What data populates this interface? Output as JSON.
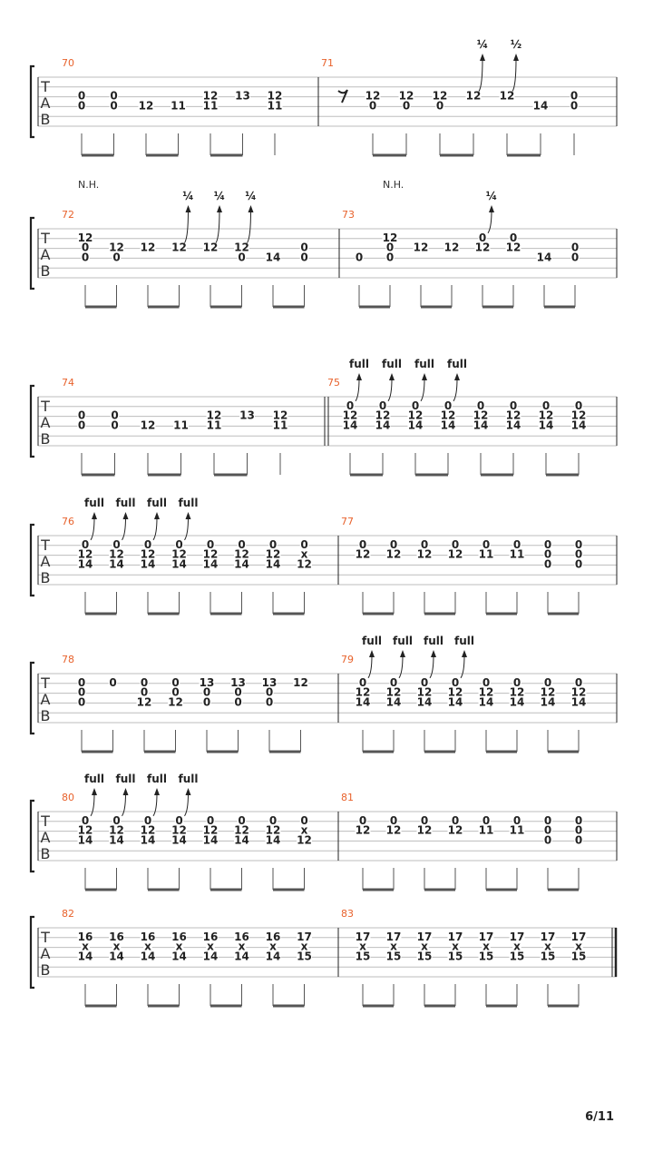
{
  "page_number": "6/11",
  "tab_clef": [
    "T",
    "A",
    "B"
  ],
  "systems": [
    {
      "measures": [
        {
          "number": "70",
          "notes": [
            {
              "frets": {
                "2": "0",
                "3": "0"
              }
            },
            {
              "frets": {
                "2": "0",
                "3": "0"
              }
            },
            {
              "frets": {
                "3": "12"
              }
            },
            {
              "frets": {
                "3": "11"
              }
            },
            {
              "frets": {
                "2": "12",
                "3": "11"
              }
            },
            {
              "frets": {
                "2": "13"
              }
            },
            {
              "frets": {
                "2": "12",
                "3": "11"
              }
            }
          ]
        },
        {
          "number": "71",
          "rest": true,
          "notes": [
            {
              "frets": {
                "2": "12",
                "3": "0"
              }
            },
            {
              "frets": {
                "2": "12",
                "3": "0"
              }
            },
            {
              "frets": {
                "2": "12",
                "3": "0"
              }
            },
            {
              "frets": {
                "2": "12"
              },
              "bend": "¼"
            },
            {
              "frets": {
                "2": "12"
              },
              "bend": "½"
            },
            {
              "frets": {
                "3": "14"
              }
            },
            {
              "frets": {
                "2": "0",
                "3": "0"
              }
            }
          ]
        }
      ]
    },
    {
      "measures": [
        {
          "number": "72",
          "annotation": "N.H.",
          "notes": [
            {
              "frets": {
                "1": "12",
                "2": "0",
                "3": "0"
              }
            },
            {
              "frets": {
                "2": "12",
                "3": "0"
              }
            },
            {
              "frets": {
                "2": "12"
              }
            },
            {
              "frets": {
                "2": "12"
              },
              "bend": "¼"
            },
            {
              "frets": {
                "2": "12"
              },
              "bend": "¼"
            },
            {
              "frets": {
                "2": "12",
                "3": "0"
              },
              "bend": "¼"
            },
            {
              "frets": {
                "3": "14"
              }
            },
            {
              "frets": {
                "2": "0",
                "3": "0"
              }
            }
          ]
        },
        {
          "number": "73",
          "annotation": "N.H.",
          "notes": [
            {
              "frets": {
                "3": "0"
              }
            },
            {
              "frets": {
                "1": "12",
                "2": "0",
                "3": "0"
              }
            },
            {
              "frets": {
                "2": "12"
              }
            },
            {
              "frets": {
                "2": "12"
              }
            },
            {
              "frets": {
                "1": "0",
                "2": "12"
              },
              "bend": "¼"
            },
            {
              "frets": {
                "1": "0",
                "2": "12"
              }
            },
            {
              "frets": {
                "3": "14"
              }
            },
            {
              "frets": {
                "2": "0",
                "3": "0"
              }
            }
          ]
        }
      ]
    },
    {
      "measures": [
        {
          "number": "74",
          "notes": [
            {
              "frets": {
                "2": "0",
                "3": "0"
              }
            },
            {
              "frets": {
                "2": "0",
                "3": "0"
              }
            },
            {
              "frets": {
                "3": "12"
              }
            },
            {
              "frets": {
                "3": "11"
              }
            },
            {
              "frets": {
                "2": "12",
                "3": "11"
              }
            },
            {
              "frets": {
                "2": "13"
              }
            },
            {
              "frets": {
                "2": "12",
                "3": "11"
              }
            }
          ]
        },
        {
          "number": "75",
          "notes": [
            {
              "frets": {
                "1": "0",
                "2": "12",
                "3": "14"
              },
              "bend": "full"
            },
            {
              "frets": {
                "1": "0",
                "2": "12",
                "3": "14"
              },
              "bend": "full"
            },
            {
              "frets": {
                "1": "0",
                "2": "12",
                "3": "14"
              },
              "bend": "full"
            },
            {
              "frets": {
                "1": "0",
                "2": "12",
                "3": "14"
              },
              "bend": "full"
            },
            {
              "frets": {
                "1": "0",
                "2": "12",
                "3": "14"
              }
            },
            {
              "frets": {
                "1": "0",
                "2": "12",
                "3": "14"
              }
            },
            {
              "frets": {
                "1": "0",
                "2": "12",
                "3": "14"
              }
            },
            {
              "frets": {
                "1": "0",
                "2": "12",
                "3": "14"
              }
            }
          ]
        }
      ]
    },
    {
      "measures": [
        {
          "number": "76",
          "notes": [
            {
              "frets": {
                "1": "0",
                "2": "12",
                "3": "14"
              },
              "bend": "full"
            },
            {
              "frets": {
                "1": "0",
                "2": "12",
                "3": "14"
              },
              "bend": "full"
            },
            {
              "frets": {
                "1": "0",
                "2": "12",
                "3": "14"
              },
              "bend": "full"
            },
            {
              "frets": {
                "1": "0",
                "2": "12",
                "3": "14"
              },
              "bend": "full"
            },
            {
              "frets": {
                "1": "0",
                "2": "12",
                "3": "14"
              }
            },
            {
              "frets": {
                "1": "0",
                "2": "12",
                "3": "14"
              }
            },
            {
              "frets": {
                "1": "0",
                "2": "12",
                "3": "14"
              }
            },
            {
              "frets": {
                "1": "0",
                "2": "x",
                "3": "12"
              }
            }
          ]
        },
        {
          "number": "77",
          "notes": [
            {
              "frets": {
                "1": "0",
                "2": "12"
              }
            },
            {
              "frets": {
                "1": "0",
                "2": "12"
              }
            },
            {
              "frets": {
                "1": "0",
                "2": "12"
              }
            },
            {
              "frets": {
                "1": "0",
                "2": "12"
              }
            },
            {
              "frets": {
                "1": "0",
                "2": "11"
              }
            },
            {
              "frets": {
                "1": "0",
                "2": "11"
              }
            },
            {
              "frets": {
                "1": "0",
                "2": "0",
                "3": "0"
              }
            },
            {
              "frets": {
                "1": "0",
                "2": "0",
                "3": "0"
              }
            }
          ]
        }
      ]
    },
    {
      "measures": [
        {
          "number": "78",
          "notes": [
            {
              "frets": {
                "1": "0",
                "2": "0",
                "3": "0"
              }
            },
            {
              "frets": {
                "1": "0"
              }
            },
            {
              "frets": {
                "1": "0",
                "2": "0",
                "3": "12"
              }
            },
            {
              "frets": {
                "1": "0",
                "2": "0",
                "3": "12"
              }
            },
            {
              "frets": {
                "1": "13",
                "2": "0",
                "3": "0"
              }
            },
            {
              "frets": {
                "1": "13",
                "2": "0",
                "3": "0"
              }
            },
            {
              "frets": {
                "1": "13",
                "2": "0",
                "3": "0"
              }
            },
            {
              "frets": {
                "1": "12"
              }
            }
          ]
        },
        {
          "number": "79",
          "notes": [
            {
              "frets": {
                "1": "0",
                "2": "12",
                "3": "14"
              },
              "bend": "full"
            },
            {
              "frets": {
                "1": "0",
                "2": "12",
                "3": "14"
              },
              "bend": "full"
            },
            {
              "frets": {
                "1": "0",
                "2": "12",
                "3": "14"
              },
              "bend": "full"
            },
            {
              "frets": {
                "1": "0",
                "2": "12",
                "3": "14"
              },
              "bend": "full"
            },
            {
              "frets": {
                "1": "0",
                "2": "12",
                "3": "14"
              }
            },
            {
              "frets": {
                "1": "0",
                "2": "12",
                "3": "14"
              }
            },
            {
              "frets": {
                "1": "0",
                "2": "12",
                "3": "14"
              }
            },
            {
              "frets": {
                "1": "0",
                "2": "12",
                "3": "14"
              }
            }
          ]
        }
      ]
    },
    {
      "measures": [
        {
          "number": "80",
          "notes": [
            {
              "frets": {
                "1": "0",
                "2": "12",
                "3": "14"
              },
              "bend": "full"
            },
            {
              "frets": {
                "1": "0",
                "2": "12",
                "3": "14"
              },
              "bend": "full"
            },
            {
              "frets": {
                "1": "0",
                "2": "12",
                "3": "14"
              },
              "bend": "full"
            },
            {
              "frets": {
                "1": "0",
                "2": "12",
                "3": "14"
              },
              "bend": "full"
            },
            {
              "frets": {
                "1": "0",
                "2": "12",
                "3": "14"
              }
            },
            {
              "frets": {
                "1": "0",
                "2": "12",
                "3": "14"
              }
            },
            {
              "frets": {
                "1": "0",
                "2": "12",
                "3": "14"
              }
            },
            {
              "frets": {
                "1": "0",
                "2": "x",
                "3": "12"
              }
            }
          ]
        },
        {
          "number": "81",
          "notes": [
            {
              "frets": {
                "1": "0",
                "2": "12"
              }
            },
            {
              "frets": {
                "1": "0",
                "2": "12"
              }
            },
            {
              "frets": {
                "1": "0",
                "2": "12"
              }
            },
            {
              "frets": {
                "1": "0",
                "2": "12"
              }
            },
            {
              "frets": {
                "1": "0",
                "2": "11"
              }
            },
            {
              "frets": {
                "1": "0",
                "2": "11"
              }
            },
            {
              "frets": {
                "1": "0",
                "2": "0",
                "3": "0"
              }
            },
            {
              "frets": {
                "1": "0",
                "2": "0",
                "3": "0"
              }
            }
          ]
        }
      ]
    },
    {
      "final": true,
      "measures": [
        {
          "number": "82",
          "notes": [
            {
              "frets": {
                "1": "16",
                "2": "x",
                "3": "14"
              }
            },
            {
              "frets": {
                "1": "16",
                "2": "x",
                "3": "14"
              }
            },
            {
              "frets": {
                "1": "16",
                "2": "x",
                "3": "14"
              }
            },
            {
              "frets": {
                "1": "16",
                "2": "x",
                "3": "14"
              }
            },
            {
              "frets": {
                "1": "16",
                "2": "x",
                "3": "14"
              }
            },
            {
              "frets": {
                "1": "16",
                "2": "x",
                "3": "14"
              }
            },
            {
              "frets": {
                "1": "16",
                "2": "x",
                "3": "14"
              }
            },
            {
              "frets": {
                "1": "17",
                "2": "x",
                "3": "15"
              }
            }
          ]
        },
        {
          "number": "83",
          "notes": [
            {
              "frets": {
                "1": "17",
                "2": "x",
                "3": "15"
              }
            },
            {
              "frets": {
                "1": "17",
                "2": "x",
                "3": "15"
              }
            },
            {
              "frets": {
                "1": "17",
                "2": "x",
                "3": "15"
              }
            },
            {
              "frets": {
                "1": "17",
                "2": "x",
                "3": "15"
              }
            },
            {
              "frets": {
                "1": "17",
                "2": "x",
                "3": "15"
              }
            },
            {
              "frets": {
                "1": "17",
                "2": "x",
                "3": "15"
              }
            },
            {
              "frets": {
                "1": "17",
                "2": "x",
                "3": "15"
              }
            },
            {
              "frets": {
                "1": "17",
                "2": "x",
                "3": "15"
              }
            }
          ]
        }
      ]
    }
  ]
}
